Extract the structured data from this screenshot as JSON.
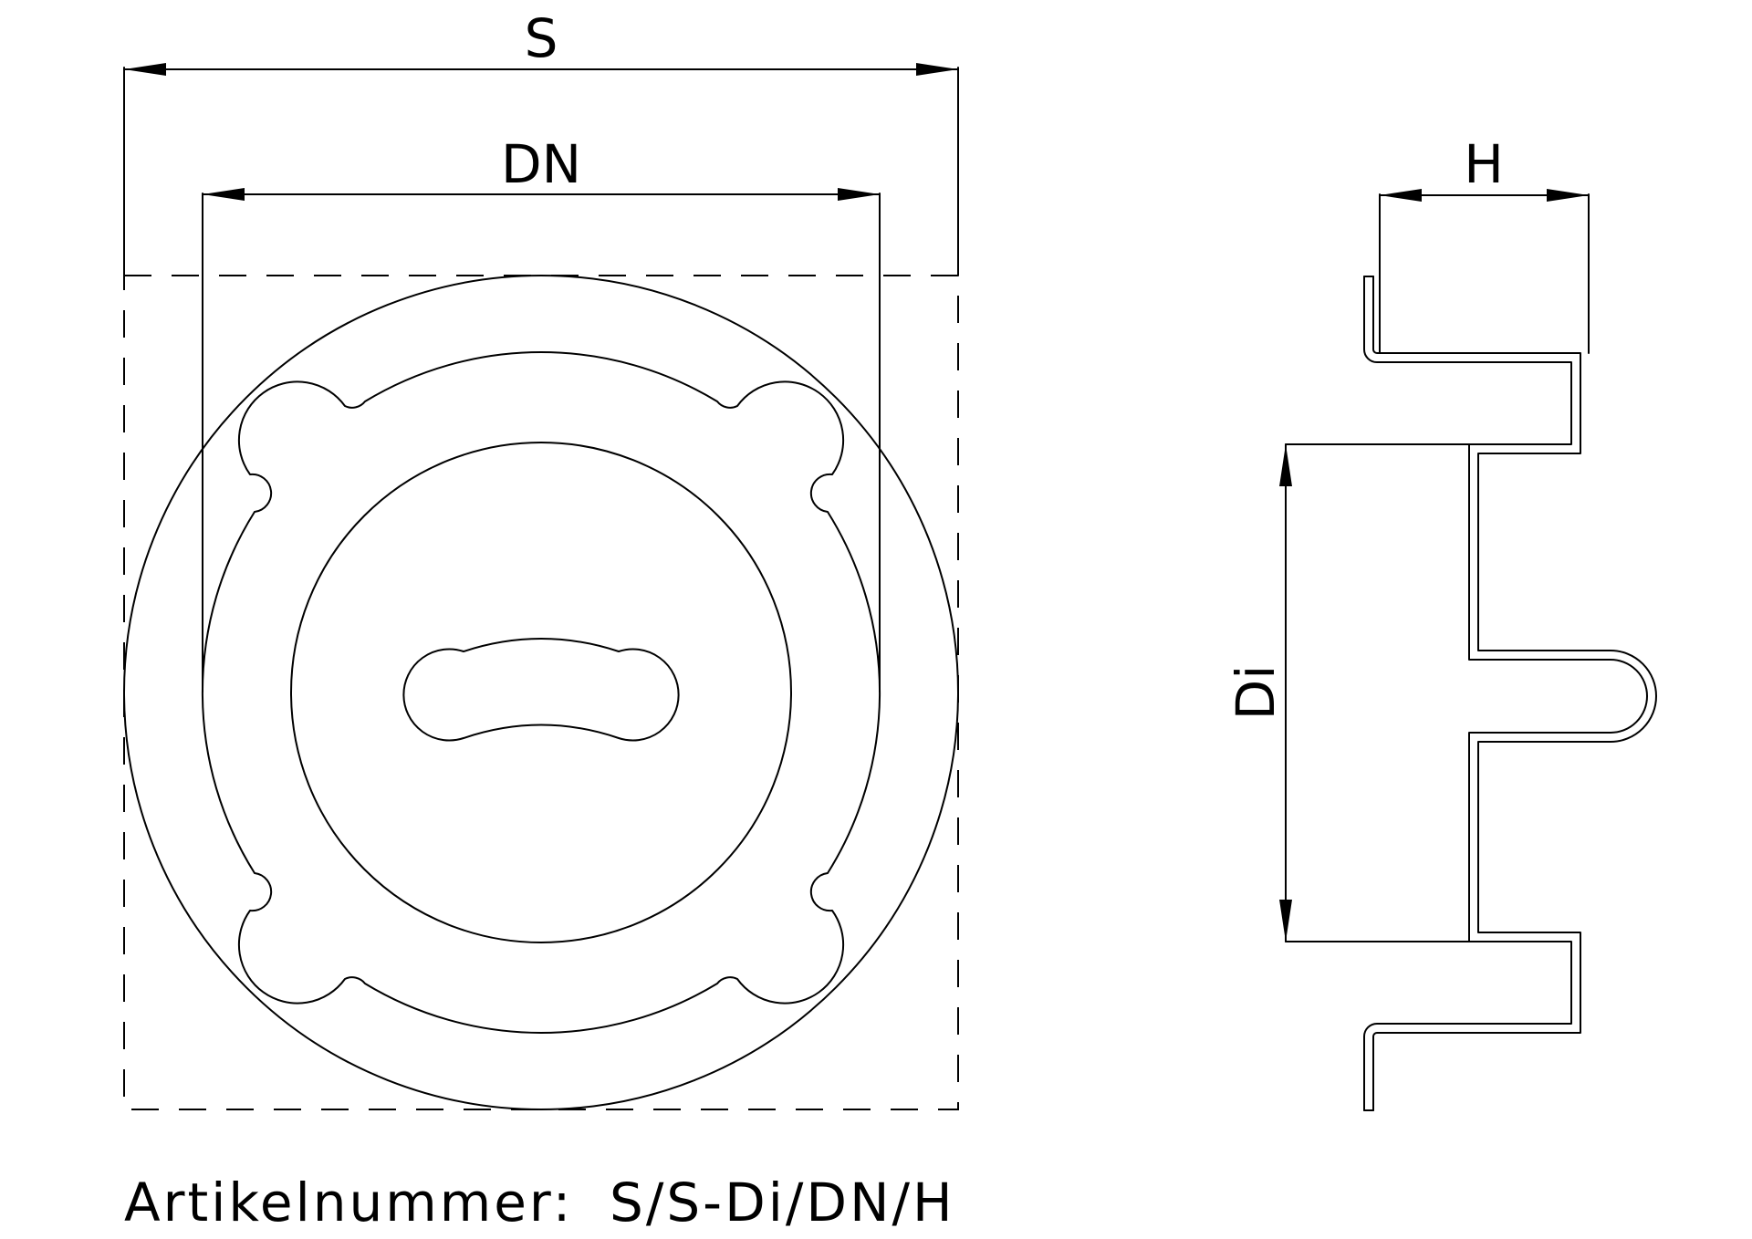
{
  "dimensions": {
    "s": "S",
    "dn": "DN",
    "h": "H",
    "di": "Di"
  },
  "caption": {
    "label": "Artikelnummer:",
    "formula": "S/S-Di/DN/H"
  }
}
